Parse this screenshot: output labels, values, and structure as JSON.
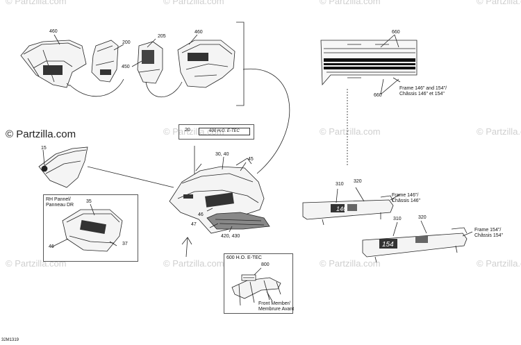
{
  "watermark": "© Partzilla.com",
  "brand": "© Partzilla.com",
  "diagram_id": "32M1319",
  "callouts": {
    "c460a": "460",
    "c200": "200",
    "c205": "205",
    "c450": "450",
    "c460b": "460",
    "c660a": "660",
    "c660b": "660",
    "c15": "15",
    "c20": "20",
    "c3040": "30, 40",
    "c45": "45",
    "c46a": "46",
    "c47": "47",
    "c420430": "420, 430",
    "c35": "35",
    "c46b": "46",
    "c37": "37",
    "c310a": "310",
    "c320a": "320",
    "c310b": "310",
    "c320b": "320",
    "c800": "800"
  },
  "notes": {
    "frame_146_154": [
      "Frame 146\" and 154\"/",
      "Châssis 146\" et 154\""
    ],
    "frame_146": [
      "Frame 146\"/",
      "Châssis 146\""
    ],
    "frame_154": [
      "Frame 154\"/",
      "Châssis 154\""
    ],
    "rh_panel": [
      "RH Pannel/",
      "Panneau DR"
    ],
    "engine": "600 H.O. E-TEC",
    "front_member": [
      "Front Member/",
      "Membrure Avant"
    ]
  },
  "decals": {
    "engine_decal": "600 H.O. E-TEC",
    "tunnel_146": "146",
    "tunnel_154": "154"
  }
}
